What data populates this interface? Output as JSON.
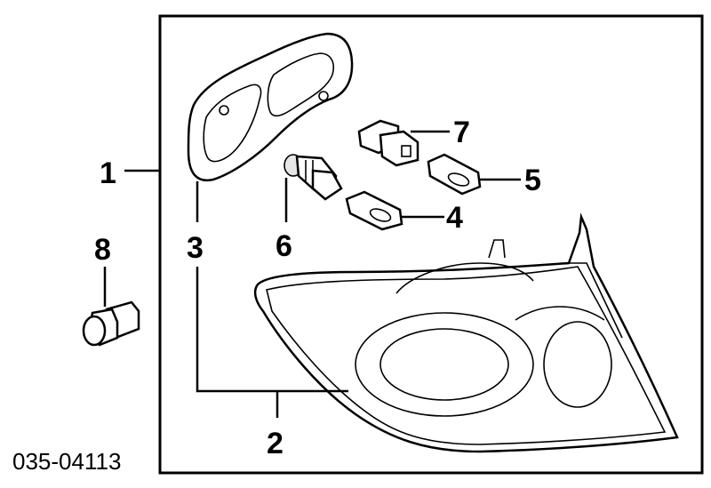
{
  "callouts": {
    "c1": "1",
    "c2": "2",
    "c3": "3",
    "c4": "4",
    "c5": "5",
    "c6": "6",
    "c7": "7",
    "c8": "8"
  },
  "diagram_code": "035-04113"
}
